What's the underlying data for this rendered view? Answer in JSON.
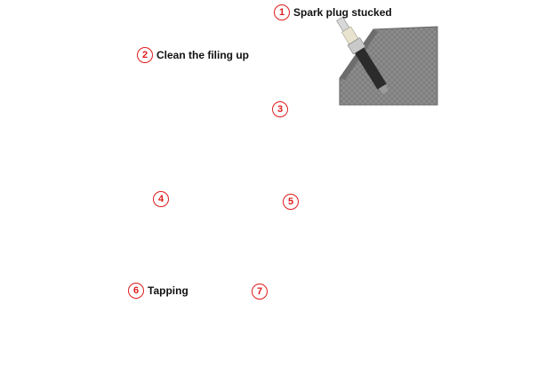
{
  "steps": [
    {
      "num": "1",
      "label": "Spark plug stucked"
    },
    {
      "num": "2",
      "label": "Clean the filing up"
    },
    {
      "num": "3",
      "label": ""
    },
    {
      "num": "4",
      "label": ""
    },
    {
      "num": "5",
      "label": ""
    },
    {
      "num": "6",
      "label": "Tapping"
    },
    {
      "num": "7",
      "label": ""
    }
  ],
  "colors": {
    "accent": "#e01b1b",
    "block": "#8c8c8c",
    "block_dark": "#6d6d6d",
    "tool": "#1e1e1e",
    "plug_ceramic": "#e8e3cf",
    "brush_blue": "#1f5fd6"
  }
}
